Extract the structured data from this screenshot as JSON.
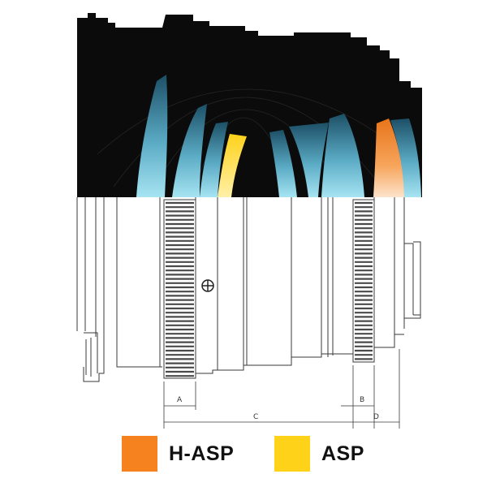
{
  "colors": {
    "background": "#ffffff",
    "cutaway": "#0b0b0b",
    "element_dark": "#1c4f66",
    "element_light": "#a6e4f2",
    "h_asp": "#f5821f",
    "asp": "#ffd21a",
    "line": "#3a3a3a"
  },
  "dimensions": {
    "a": "A",
    "b": "B",
    "c": "C",
    "d": "D"
  },
  "legend": [
    {
      "label": "H-ASP",
      "color": "#f5821f"
    },
    {
      "label": "ASP",
      "color": "#ffd21a"
    }
  ]
}
